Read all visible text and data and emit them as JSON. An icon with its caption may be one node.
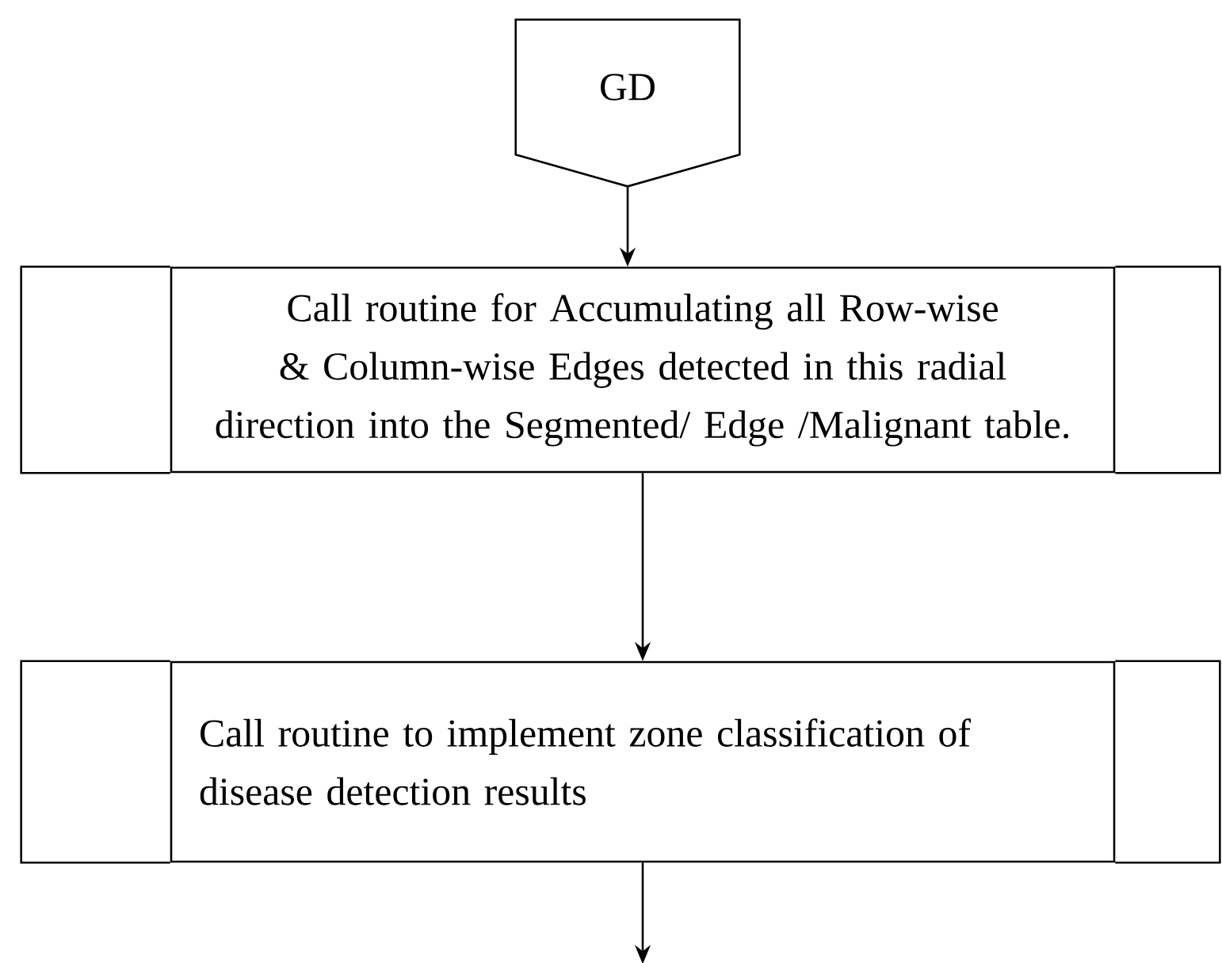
{
  "diagram": {
    "nodes": [
      {
        "text": [
          "GD"
        ]
      },
      {
        "text": [
          "Call routine for Accumulating all Row-wise & Column-wise Edges detected in this radial direction into the Segmented/ Edge /Malignant table."
        ]
      },
      {
        "text": [
          "Call routine to implement zone classification of disease detection results"
        ]
      }
    ],
    "edges": [
      {
        "from": 0,
        "to": 1,
        "arrow": "to"
      },
      {
        "from": 1,
        "to": 2,
        "arrow": "to"
      },
      {
        "from": 2,
        "to": null,
        "arrow": "to"
      }
    ]
  }
}
